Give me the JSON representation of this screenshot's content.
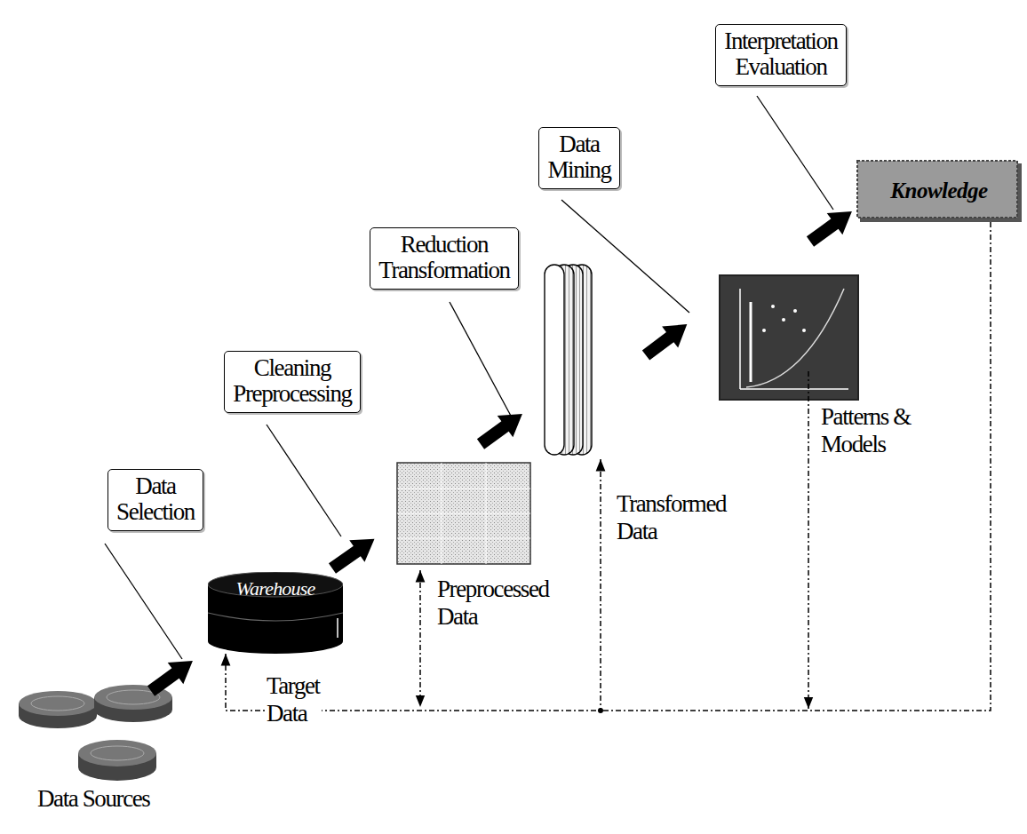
{
  "diagram": {
    "nodes": [
      {
        "text": [
          "Data Selection"
        ]
      },
      {
        "text": [
          "Cleaning Preprocessing"
        ]
      },
      {
        "text": [
          "Reduction Transformation"
        ]
      },
      {
        "text": [
          "Data Mining"
        ]
      },
      {
        "text": [
          "Interpretation Evaluation"
        ]
      },
      {
        "text": [
          "Warehouse"
        ]
      },
      {
        "text": [
          "Knowledge"
        ]
      }
    ],
    "edges": [
      {
        "from": 6,
        "to": 5,
        "arrow": "to"
      }
    ],
    "labels": [
      "Data Sources",
      "Target Data",
      "Preprocessed Data",
      "Transformed Data",
      "Patterns & Models"
    ]
  }
}
